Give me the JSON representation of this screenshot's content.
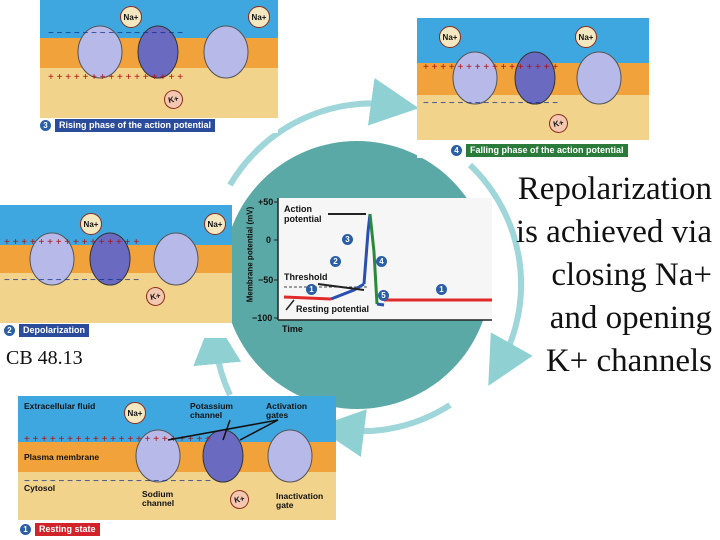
{
  "panels": {
    "resting": {
      "number": "1",
      "caption": "Resting state",
      "ion_na": "Na+",
      "ion_k": "K+",
      "labels": {
        "extracellular": "Extracellular fluid",
        "membrane": "Plasma membrane",
        "cytosol": "Cytosol",
        "potassium": "Potassium channel",
        "activation": "Activation gates",
        "sodium": "Sodium channel",
        "inactivation": "Inactivation gate"
      }
    },
    "depolarization": {
      "number": "2",
      "caption": "Depolarization",
      "ion_na_1": "Na+",
      "ion_na_2": "Na+",
      "ion_k": "K+"
    },
    "rising": {
      "number": "3",
      "caption": "Rising phase of the action potential",
      "ion_na_1": "Na+",
      "ion_na_2": "Na+",
      "ion_k": "K+"
    },
    "falling": {
      "number": "4",
      "caption": "Falling phase of the action potential",
      "ion_na_1": "Na+",
      "ion_na_2": "Na+",
      "ion_k": "K+"
    }
  },
  "graph": {
    "ylabel": "Membrane potential (mV)",
    "xlabel": "Time",
    "ticks": [
      "+50",
      "0",
      "−50",
      "−100"
    ],
    "action_potential": "Action potential",
    "threshold": "Threshold",
    "resting_potential": "Resting potential",
    "markers": [
      "1",
      "2",
      "3",
      "4",
      "5",
      "1"
    ]
  },
  "main_text": {
    "line1": "Repolarization",
    "line2": "is achieved via",
    "line3": "closing Na+",
    "line4": "and opening",
    "line5": "K+ channels"
  },
  "figure_ref": "CB 48.13",
  "colors": {
    "fluid_blue": "#3fa7e0",
    "membrane_orange": "#f2a23a",
    "cycle_teal": "#5fb3ae",
    "resting_red": "#e02a2a",
    "rising_green": "#2a8a3a",
    "falling_blue": "#2a4fb3"
  }
}
